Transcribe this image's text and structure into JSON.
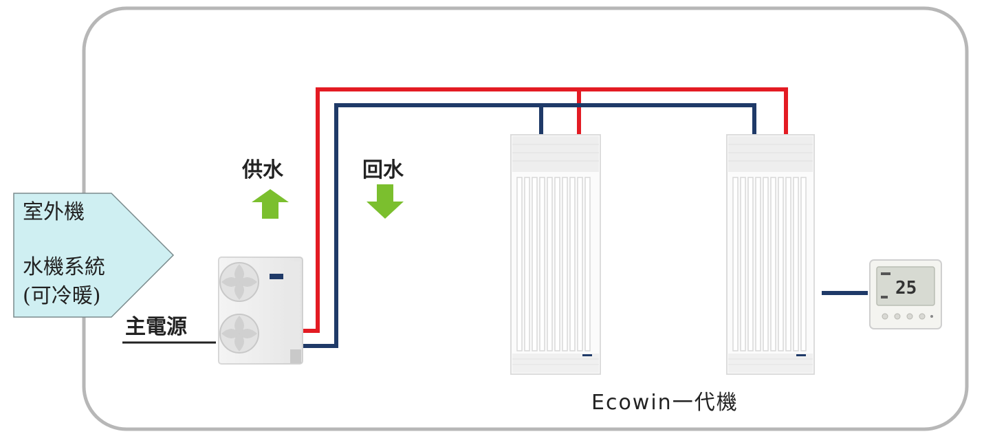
{
  "labels": {
    "supply_water": "供水",
    "return_water": "回水",
    "main_power": "主電源",
    "outdoor_unit_line1": "室外機",
    "outdoor_unit_line2": "水機系統",
    "outdoor_unit_line3": "(可冷暖)",
    "indoor_unit_model": "Ecowin一代機",
    "thermostat_display": "25"
  },
  "colors": {
    "supply_pipe": "#e31b23",
    "return_pipe": "#1f3a68",
    "arrow_green": "#7bbf2e",
    "callout_fill": "#cfeff2",
    "frame_border": "#b7b7b7"
  },
  "icons": {
    "supply_arrow": "arrow-up-icon",
    "return_arrow": "arrow-down-icon",
    "outdoor_unit": "outdoor-unit-icon",
    "indoor_unit": "fan-coil-unit-icon",
    "thermostat": "thermostat-icon"
  }
}
